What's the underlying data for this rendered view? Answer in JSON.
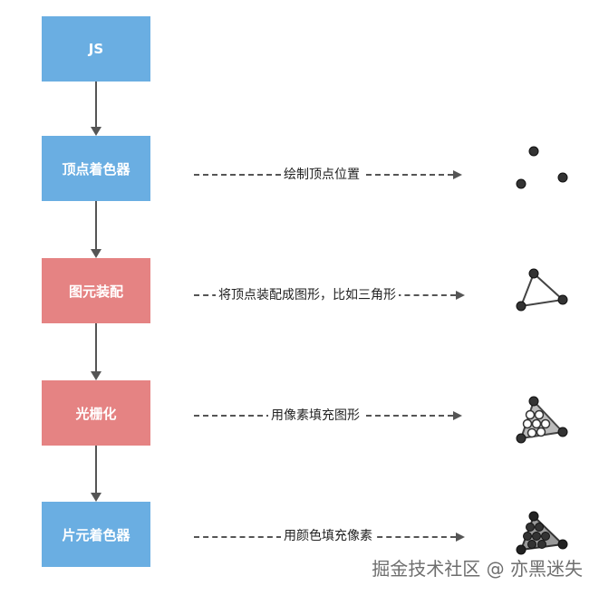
{
  "stages": [
    {
      "label": "JS",
      "color": "#6aaee2"
    },
    {
      "label": "顶点着色器",
      "color": "#6aaee2"
    },
    {
      "label": "图元装配",
      "color": "#e58383"
    },
    {
      "label": "光栅化",
      "color": "#e58383"
    },
    {
      "label": "片元着色器",
      "color": "#6aaee2"
    }
  ],
  "annotations": [
    {
      "text": "绘制顶点位置",
      "icon": "three-vertices-icon"
    },
    {
      "text": "将顶点装配成图形，比如三角形",
      "icon": "triangle-outline-icon"
    },
    {
      "text": "用像素填充图形",
      "icon": "pixel-filled-triangle-icon"
    },
    {
      "text": "用颜色填充像素",
      "icon": "color-filled-triangle-icon"
    }
  ],
  "watermark": "掘金技术社区 @ 亦黑迷失"
}
